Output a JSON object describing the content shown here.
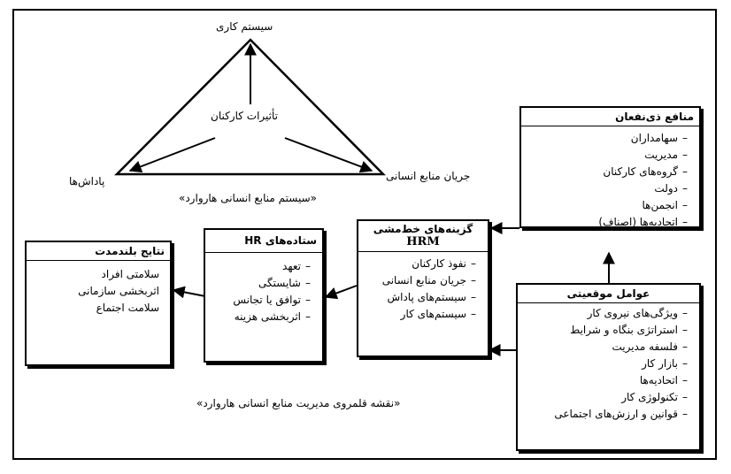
{
  "triangle": {
    "top_label": "سیستم کاری",
    "center_label": "تأثیرات کارکنان",
    "left_label": "پاداش‌ها",
    "right_label": "جریان منابع انسانی",
    "caption": "«سیستم منابع انسانی هاروارد»"
  },
  "stakeholders": {
    "title": "منافع ذی‌نفعان",
    "items": [
      "سهامداران",
      "مدیریت",
      "گروه‌های کارکنان",
      "دولت",
      "انجمن‌ها",
      "اتحادیه‌ها (اصناف)"
    ]
  },
  "hrm_choices": {
    "title_line1": "گزینه‌های خط‌مشی",
    "title_line2": "HRM",
    "items": [
      "نفوذ کارکنان",
      "جریان منابع انسانی",
      "سیستم‌های پاداش",
      "سیستم‌های کار"
    ]
  },
  "hr_outcomes": {
    "title": "ستاده‌های HR",
    "items": [
      "تعهد",
      "شایستگی",
      "توافق یا تجانس",
      "اثربخشی هزینه"
    ]
  },
  "long_term": {
    "title": "نتایج بلندمدت",
    "items": [
      "سلامتی افراد",
      "اثربخشی سازمانی",
      "سلامت اجتماع"
    ]
  },
  "situational": {
    "title": "عوامل موقعیتی",
    "items": [
      "ویژگی‌های نیروی کار",
      "استراتژی بنگاه و شرایط",
      "فلسفه مدیریت",
      "بازار کار",
      "اتحادیه‌ها",
      "تکنولوژی کار",
      "قوانین و ارزش‌های اجتماعی"
    ]
  },
  "map_caption": "«نقشه قلمروی مدیریت منابع انسانی هاروارد»",
  "dash": "–"
}
